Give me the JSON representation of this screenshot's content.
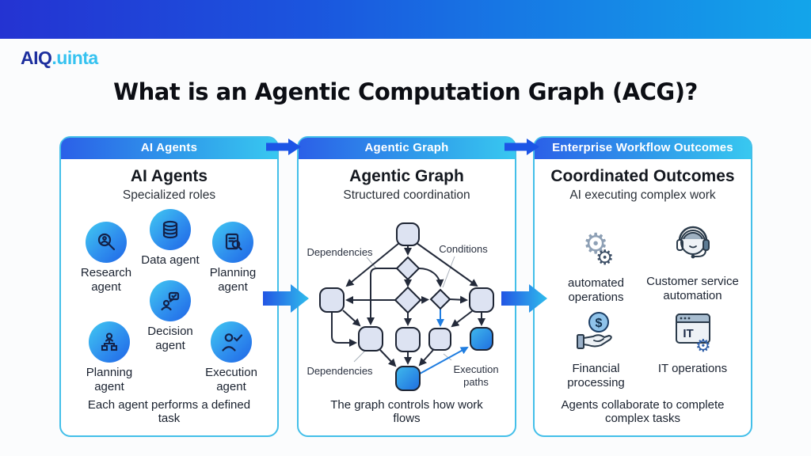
{
  "logo": {
    "part1": "AIQ",
    "part2": ".uinta"
  },
  "title": "What is an Agentic Computation Graph (ACG)?",
  "colors": {
    "banner_left": "#2433d2",
    "banner_right": "#13a5ea",
    "header_gradient_left": "#2b60e8",
    "header_gradient_right": "#38c8f0",
    "panel_border": "#43bfe9",
    "agent_circle_gradient": [
      "#41c9f1",
      "#1f65e6"
    ],
    "node_fill": "#dde3f2",
    "node_stroke": "#1d2433",
    "blue_node_gradient": [
      "#3fb9ec",
      "#1f6ee0"
    ],
    "edge_color": "#232a3a",
    "execution_path_color": "#1f7de0",
    "connector_arrow": "#1c55e6",
    "logo_navy": "#1d2f9e",
    "logo_cyan": "#35c2f0"
  },
  "panels": [
    {
      "header": "AI Agents",
      "title": "AI Agents",
      "subtitle": "Specialized roles",
      "caption": "Each agent performs a defined task",
      "agents": [
        {
          "label": "Research agent",
          "icon": "magnifier-icon"
        },
        {
          "label": "Data agent",
          "icon": "database-icon"
        },
        {
          "label": "Planning agent",
          "icon": "document-search-icon"
        },
        {
          "label": "Decision agent",
          "icon": "person-chat-icon"
        },
        {
          "label": "Planning agent",
          "icon": "hierarchy-icon"
        },
        {
          "label": "Execution agent",
          "icon": "person-check-icon"
        }
      ]
    },
    {
      "header": "Agentic Graph",
      "title": "Agentic Graph",
      "subtitle": "Structured coordination",
      "caption": "The graph controls how work flows",
      "graph_labels": {
        "dependencies_top": "Dependencies",
        "conditions": "Conditions",
        "dependencies_bottom": "Dependencies",
        "execution_paths_lines": [
          "Execution",
          "paths"
        ]
      }
    },
    {
      "header": "Enterprise Workflow Outcomes",
      "title": "Coordinated Outcomes",
      "subtitle": "AI executing complex work",
      "caption": "Agents collaborate to complete complex tasks",
      "outcomes": [
        {
          "label": "automated operations",
          "icon": "gears-icon"
        },
        {
          "label": "Customer service automation",
          "icon": "headset-icon"
        },
        {
          "label": "Financial processing",
          "icon": "hand-coin-icon",
          "coin_text": "$"
        },
        {
          "label": "IT operations",
          "icon": "it-window-icon",
          "window_text": "IT"
        }
      ]
    }
  ]
}
